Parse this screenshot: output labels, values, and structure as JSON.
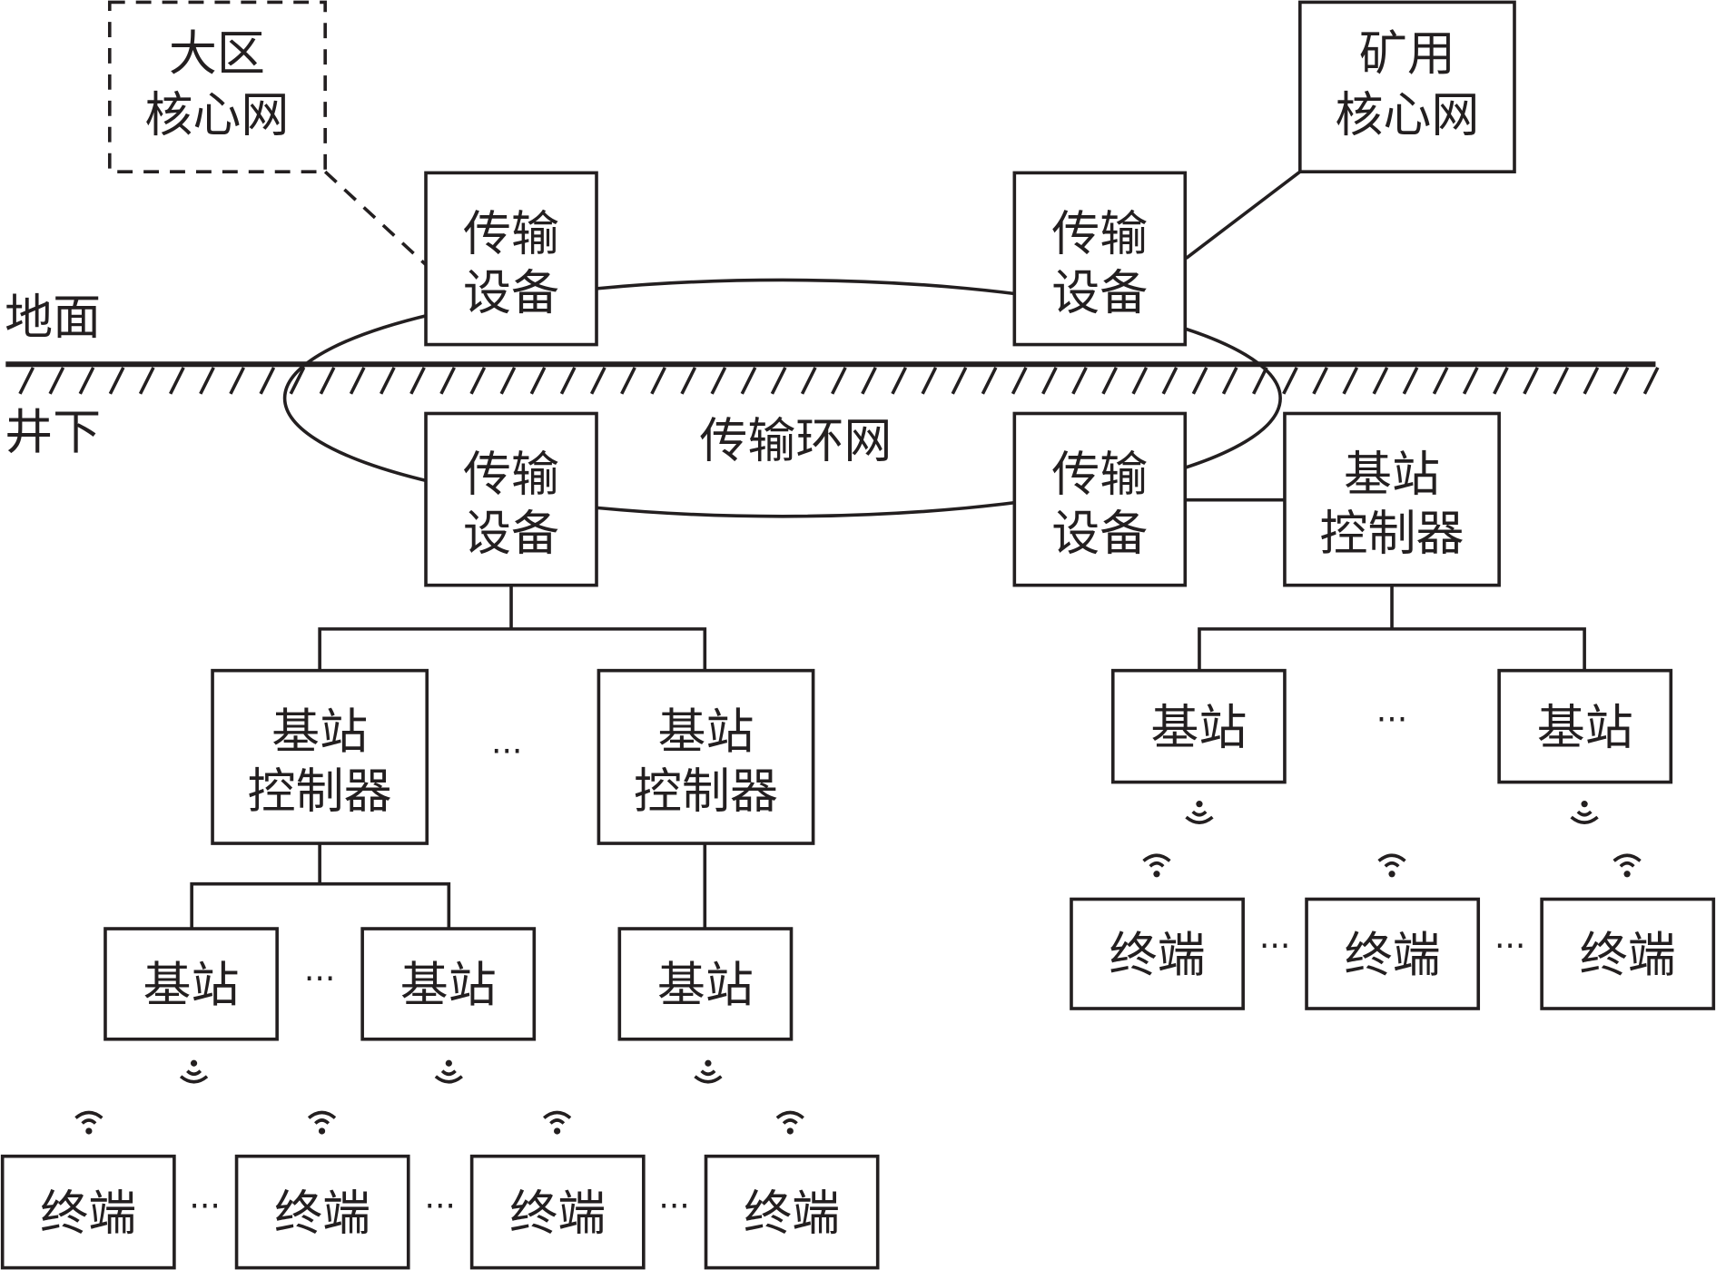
{
  "labels": {
    "surface": "地面",
    "underground": "井下",
    "ring": "传输环网",
    "regional_core_l1": "大区",
    "regional_core_l2": "核心网",
    "mine_core_l1": "矿用",
    "mine_core_l2": "核心网",
    "transport_l1": "传输",
    "transport_l2": "设备",
    "bsc_l1": "基站",
    "bsc_l2": "控制器",
    "bs": "基站",
    "terminal": "终端",
    "ellipsis": "···"
  },
  "colors": {
    "stroke": "#231f20",
    "background": "#ffffff"
  }
}
